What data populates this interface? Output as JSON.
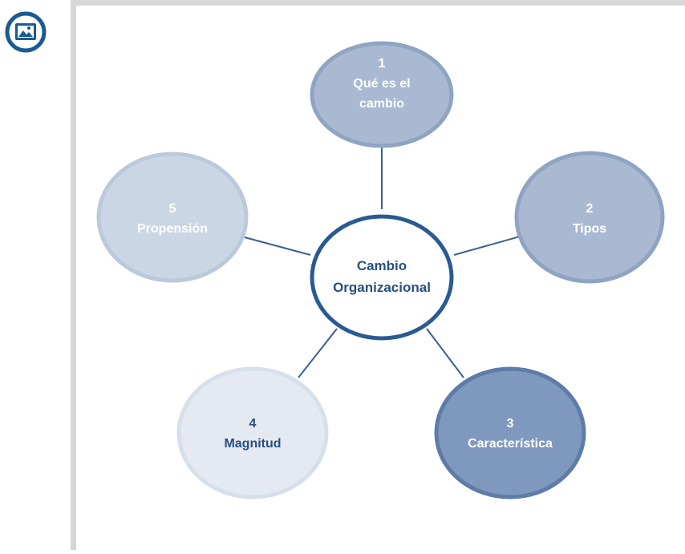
{
  "badge": {
    "icon": "image-icon",
    "color": "#1b5a92"
  },
  "diagram": {
    "center": {
      "line1": "Cambio",
      "line2": "Organizacional",
      "stroke": "#2a5a93",
      "text_color": "#264f7f"
    },
    "nodes": [
      {
        "number": "1",
        "line1": "Qué es el",
        "line2": "cambio",
        "fill": "#a9b9d2",
        "stroke": "#8ea4c2",
        "text_color": "#ffffff"
      },
      {
        "number": "2",
        "line1": "Tipos",
        "line2": "",
        "fill": "#a9b9d2",
        "stroke": "#8ea4c2",
        "text_color": "#ffffff"
      },
      {
        "number": "3",
        "line1": "Característica",
        "line2": "",
        "fill": "#7f98bd",
        "stroke": "#5d7ca8",
        "text_color": "#ffffff"
      },
      {
        "number": "4",
        "line1": "Magnitud",
        "line2": "",
        "fill": "#e5eaf2",
        "stroke": "#d7dfeb",
        "text_color": "#264f7f"
      },
      {
        "number": "5",
        "line1": "Propensión",
        "line2": "",
        "fill": "#cbd6e5",
        "stroke": "#bac9dc",
        "text_color": "#ffffff"
      }
    ],
    "connector_color": "#3a5f8f"
  }
}
